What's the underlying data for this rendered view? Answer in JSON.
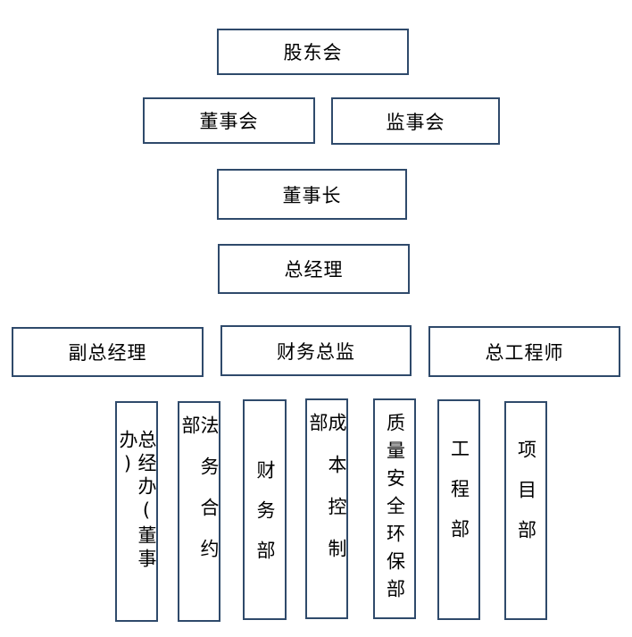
{
  "org_chart": {
    "top": "股东会",
    "board": "董事会",
    "supervisory": "监事会",
    "chairman": "董事长",
    "general_manager": "总经理",
    "deputies": {
      "deputy_gm": "副总经理",
      "cfo": "财务总监",
      "chief_engineer": "总工程师"
    },
    "departments": [
      "总经办(董事办)",
      "法务合约部",
      "财务部",
      "成本控制部",
      "质量安全环保部",
      "工程部",
      "项目部"
    ]
  }
}
